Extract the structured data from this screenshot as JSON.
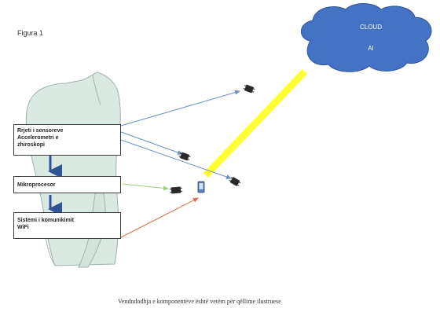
{
  "figure": {
    "title": "Figura 1",
    "caption": "Vendndodhja e komponentëve është vetëm për qëllime ilustruese"
  },
  "cloud": {
    "line1": "CLOUD",
    "line2": "AI",
    "color": "#4472c4"
  },
  "boxes": [
    {
      "label": "Rrjeti i sensoreve"
    },
    {
      "label": "Accelerometri e"
    },
    {
      "label": "zhiroskopi"
    },
    {
      "label": "Mikroprocesor"
    },
    {
      "label": "Sistemi i komunikimit"
    },
    {
      "label": "WiFi"
    }
  ],
  "colors": {
    "beam": "#ffff33",
    "arrow_blue": "#6e8fc6",
    "arrow_green": "#9ccf7a",
    "arrow_red": "#e06a4a",
    "flow_arrow": "#2f5597"
  },
  "icons": [
    "chip-icon",
    "chip-icon",
    "chip-icon",
    "chip-icon",
    "chip-icon",
    "phone-icon"
  ]
}
